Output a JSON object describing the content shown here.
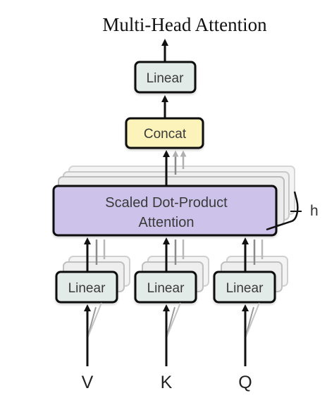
{
  "title": "Multi-Head Attention",
  "blocks": {
    "output_linear": "Linear",
    "concat": "Concat",
    "attention_line1": "Scaled Dot-Product",
    "attention_line2": "Attention",
    "linear_v": "Linear",
    "linear_k": "Linear",
    "linear_q": "Linear"
  },
  "inputs": [
    "V",
    "K",
    "Q"
  ],
  "heads_label": "h",
  "colors": {
    "linear_fill": "#e3ebe9",
    "concat_fill": "#fbf3b9",
    "attention_fill": "#cdc3ea",
    "stroke": "#111111"
  }
}
